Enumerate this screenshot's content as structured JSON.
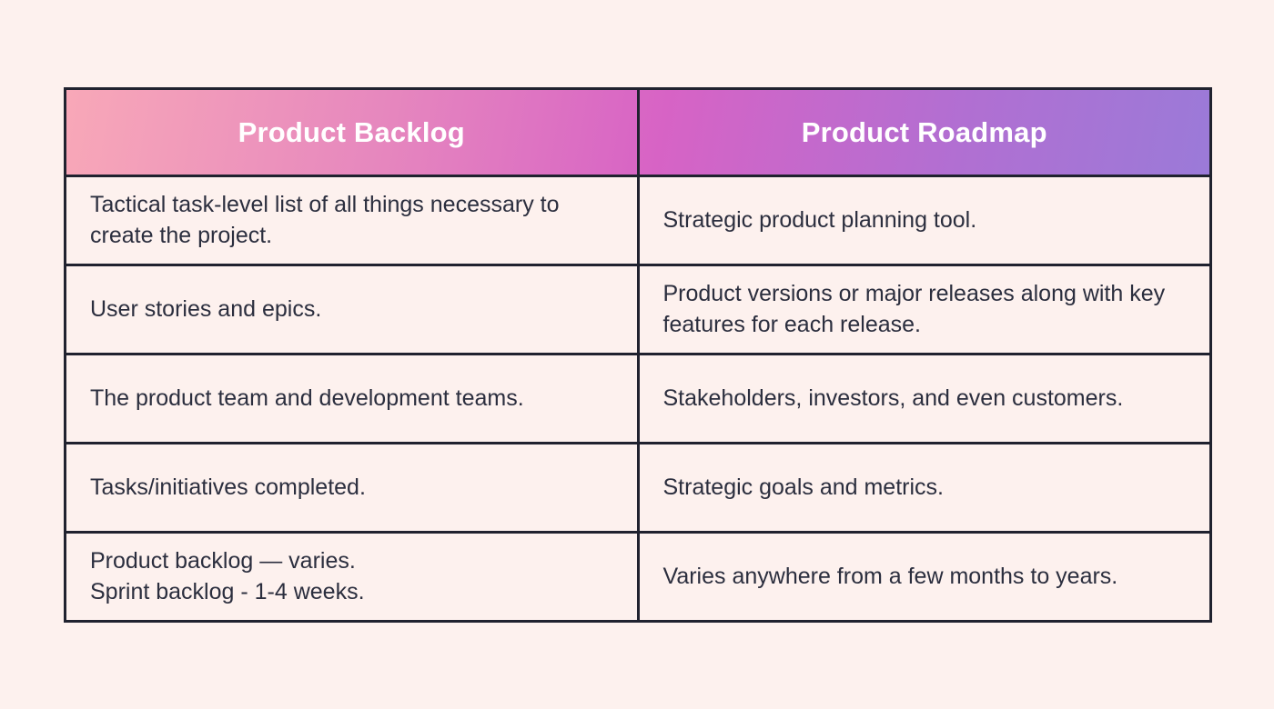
{
  "page": {
    "background_color": "#FDF1EE",
    "border_color": "#20222F",
    "text_color": "#2B2E3E"
  },
  "table": {
    "header": {
      "gradient_colors": [
        "#F8A8B8",
        "#D763C5",
        "#9B7AD8"
      ],
      "text_color": "#FFFFFF",
      "columns": [
        "Product Backlog",
        "Product Roadmap"
      ]
    },
    "rows": [
      {
        "backlog": "Tactical task-level list of all things necessary to create the project.",
        "roadmap": "Strategic product planning tool."
      },
      {
        "backlog": "User stories and epics.",
        "roadmap": "Product versions or major releases along with key features for each release."
      },
      {
        "backlog": "The product team and development teams.",
        "roadmap": "Stakeholders, investors, and even customers."
      },
      {
        "backlog": "Tasks/initiatives completed.",
        "roadmap": "Strategic goals and metrics."
      },
      {
        "backlog": "Product backlog — varies.\nSprint backlog - 1-4 weeks.",
        "roadmap": "Varies anywhere from a few months to years."
      }
    ]
  },
  "chart_data": {
    "type": "table",
    "columns": [
      "Product Backlog",
      "Product Roadmap"
    ],
    "rows": [
      [
        "Tactical task-level list of all things necessary to create the project.",
        "Strategic product planning tool."
      ],
      [
        "User stories and epics.",
        "Product versions or major releases along with key features for each release."
      ],
      [
        "The product team and development teams.",
        "Stakeholders, investors, and even customers."
      ],
      [
        "Tasks/initiatives completed.",
        "Strategic goals and metrics."
      ],
      [
        "Product backlog — varies. Sprint backlog - 1-4 weeks.",
        "Varies anywhere from a few months to years."
      ]
    ],
    "layout": {
      "header_background": "linear gradient pink to purple",
      "grid": true,
      "legend_position": "none"
    }
  }
}
